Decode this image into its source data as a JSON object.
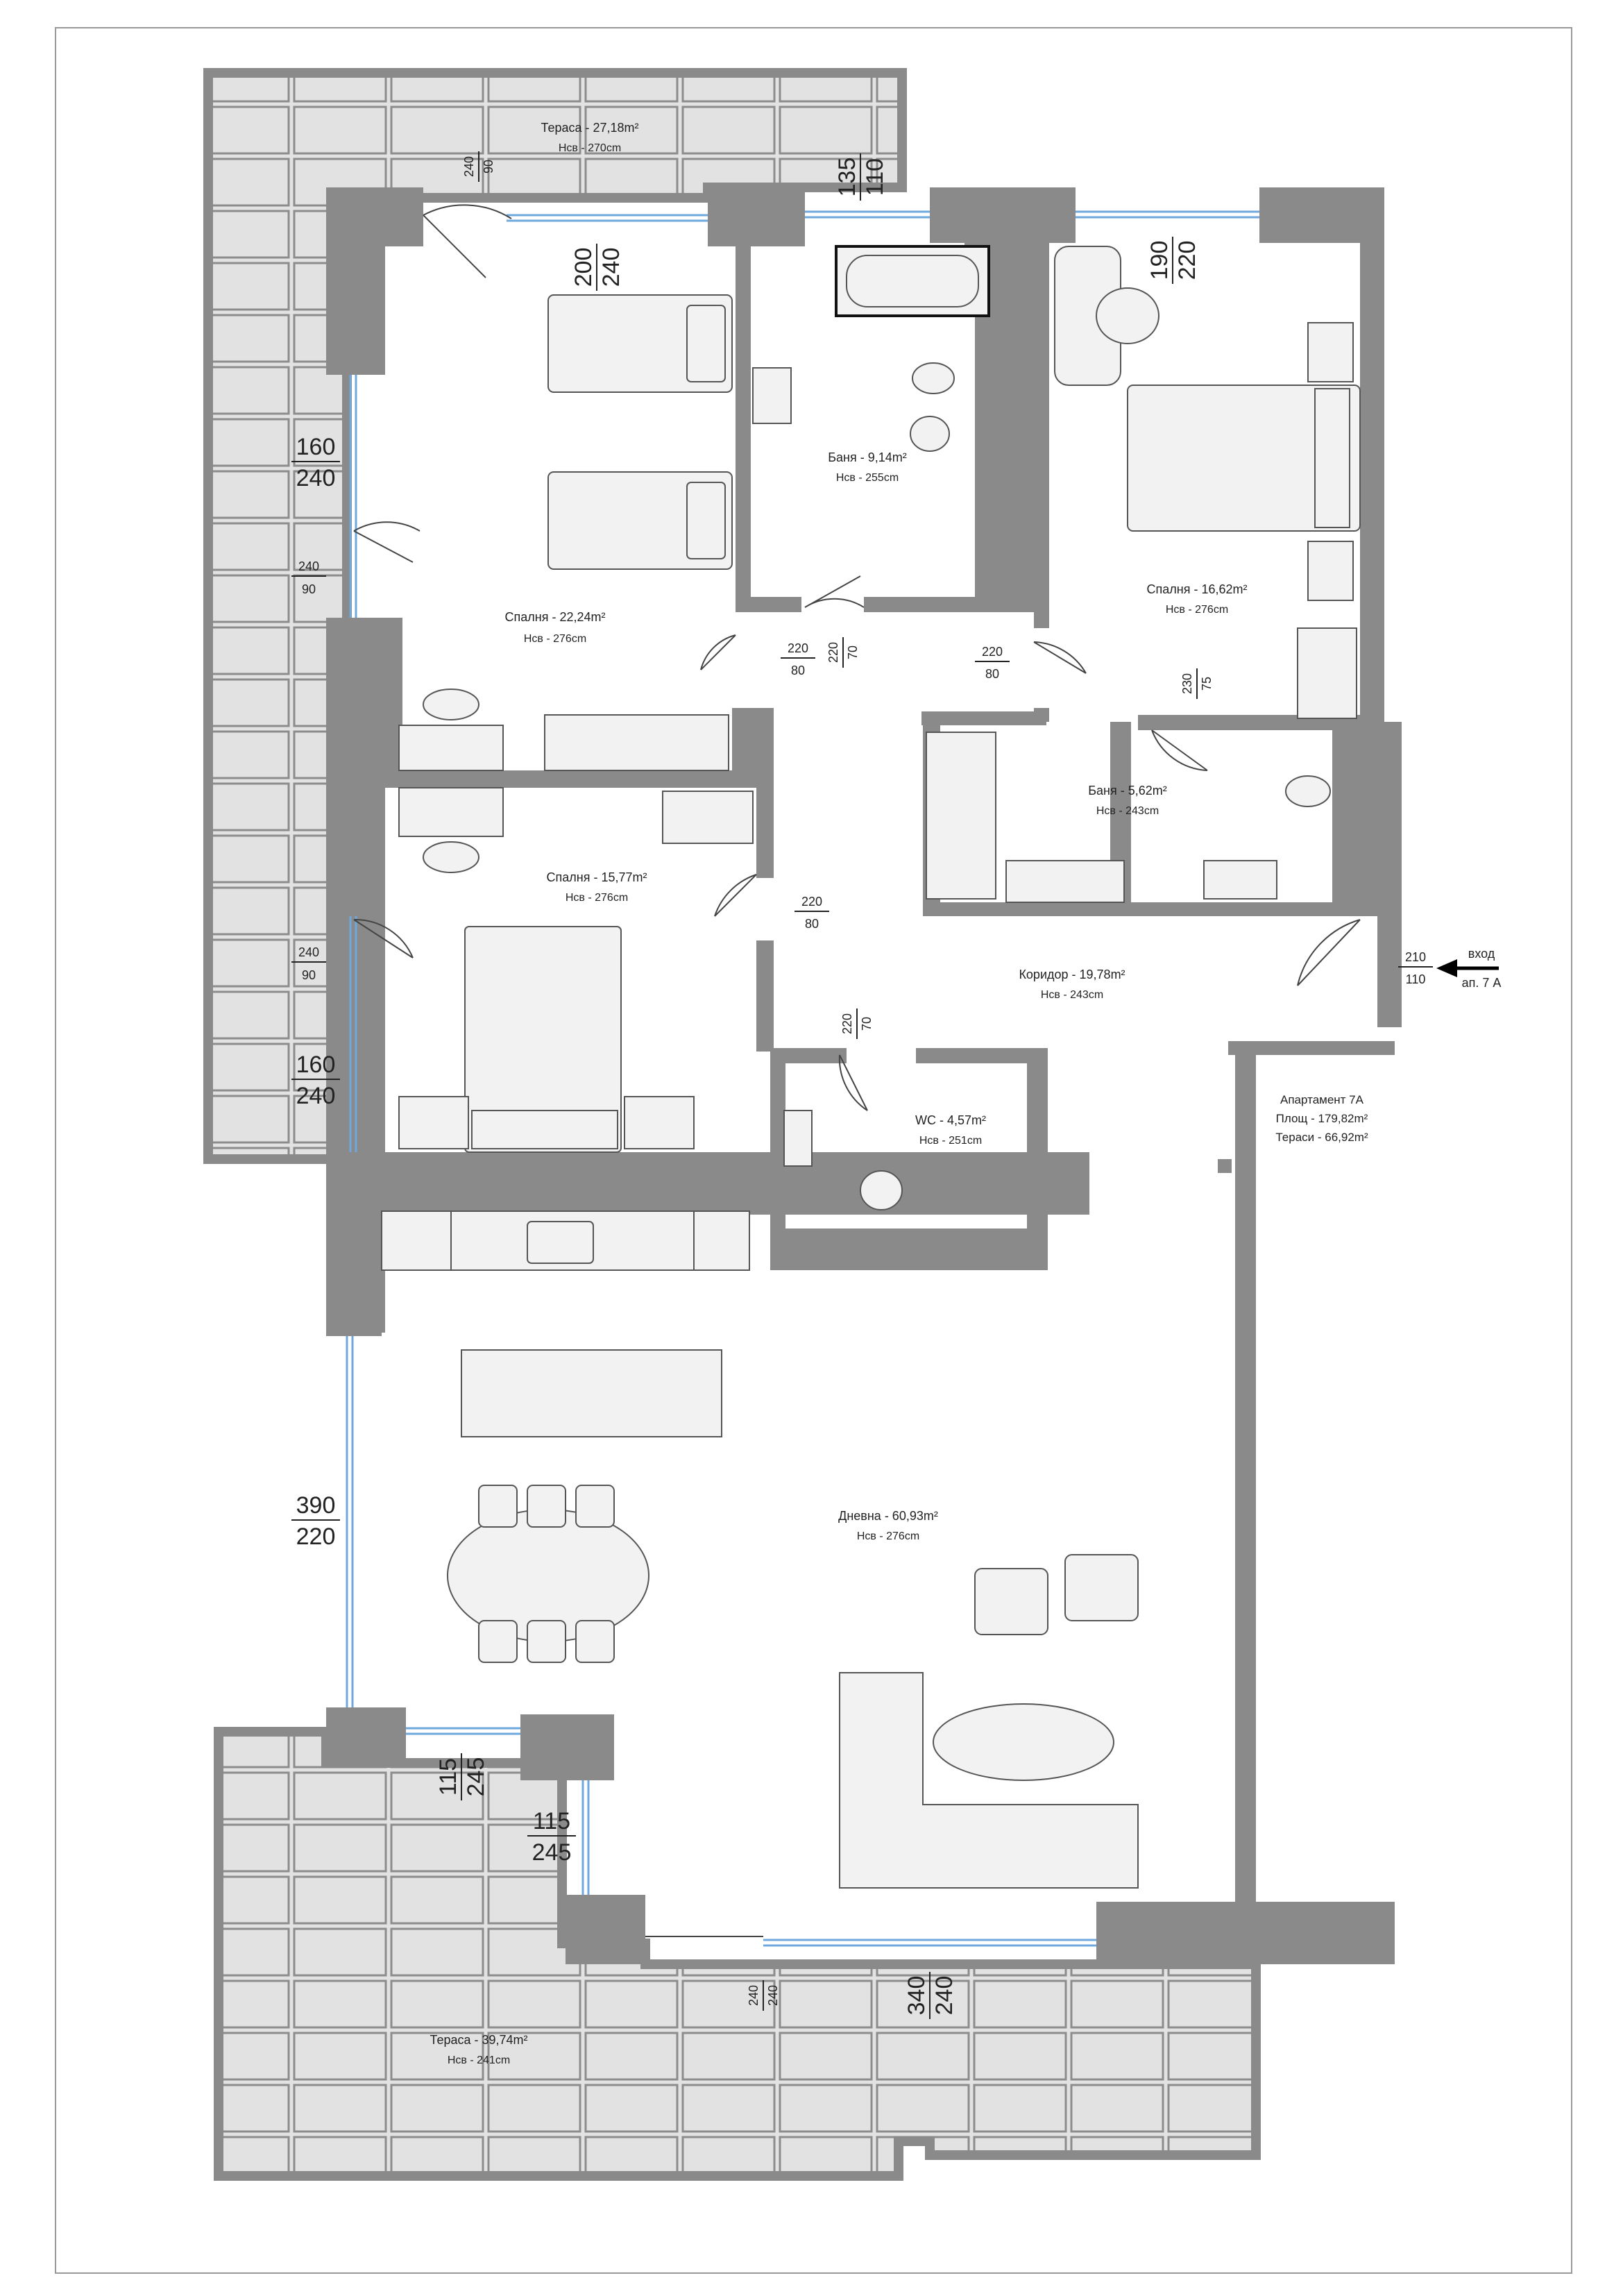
{
  "rooms": {
    "terrace_top": {
      "name": "Тераса - 27,18m²",
      "height": "Hсв - 270cm"
    },
    "bedroom_1": {
      "name": "Спалня - 22,24m²",
      "height": "Hсв - 276cm"
    },
    "bath_1": {
      "name": "Баня - 9,14m²",
      "height": "Hсв - 255cm"
    },
    "bedroom_2": {
      "name": "Спалня - 16,62m²",
      "height": "Hсв - 276cm"
    },
    "bath_2": {
      "name": "Баня - 5,62m²",
      "height": "Hсв - 243cm"
    },
    "bedroom_3": {
      "name": "Спалня - 15,77m²",
      "height": "Hсв - 276cm"
    },
    "corridor": {
      "name": "Коридор - 19,78m²",
      "height": "Hсв - 243cm"
    },
    "wc": {
      "name": "WC - 4,57m²",
      "height": "Hсв - 251cm"
    },
    "living": {
      "name": "Дневна - 60,93m²",
      "height": "Hсв - 276cm"
    },
    "terrace_bottom": {
      "name": "Тераса - 39,74m²",
      "height": "Hсв - 241cm"
    }
  },
  "dimensions": {
    "d_terrace_door_top": {
      "top": "240",
      "bottom": "90"
    },
    "d_bath_window": {
      "top": "135",
      "bottom": "110"
    },
    "d_bed1_window": {
      "top": "200",
      "bottom": "240"
    },
    "d_bed2_window": {
      "top": "190",
      "bottom": "220"
    },
    "d_bed1_side_window": {
      "top": "160",
      "bottom": "240"
    },
    "d_bed1_terrace_door": {
      "top": "240",
      "bottom": "90"
    },
    "d_bed1_door": {
      "top": "220",
      "bottom": "80"
    },
    "d_bath1_door": {
      "top": "220",
      "bottom": "70"
    },
    "d_bed2_door": {
      "top": "220",
      "bottom": "80"
    },
    "d_bath2_door": {
      "top": "230",
      "bottom": "75"
    },
    "d_bed3_door": {
      "top": "220",
      "bottom": "80"
    },
    "d_bed3_terrace_door": {
      "top": "240",
      "bottom": "90"
    },
    "d_bed3_window": {
      "top": "160",
      "bottom": "240"
    },
    "d_wc_door": {
      "top": "220",
      "bottom": "70"
    },
    "d_entrance_door": {
      "top": "210",
      "bottom": "110"
    },
    "d_living_window": {
      "top": "390",
      "bottom": "220"
    },
    "d_living_window_small1": {
      "top": "115",
      "bottom": "245"
    },
    "d_living_window_small2": {
      "top": "115",
      "bottom": "245"
    },
    "d_living_terrace_door": {
      "top": "240",
      "bottom": "240"
    },
    "d_living_big_window": {
      "top": "340",
      "bottom": "240"
    }
  },
  "entrance": {
    "label": "вход",
    "apartment": "ап. 7 A"
  },
  "apartment_info": {
    "title": "Апартамент 7А",
    "area": "Площ - 179,82m²",
    "terraces": "Тераси - 66,92m²"
  },
  "colors": {
    "wall": "#8a8a8a",
    "terrace": "#e2e2e2",
    "tile_line": "#8c8c8c",
    "window": "#6fa8dc",
    "furniture": "#f2f2f2",
    "furniture_stroke": "#555555"
  }
}
